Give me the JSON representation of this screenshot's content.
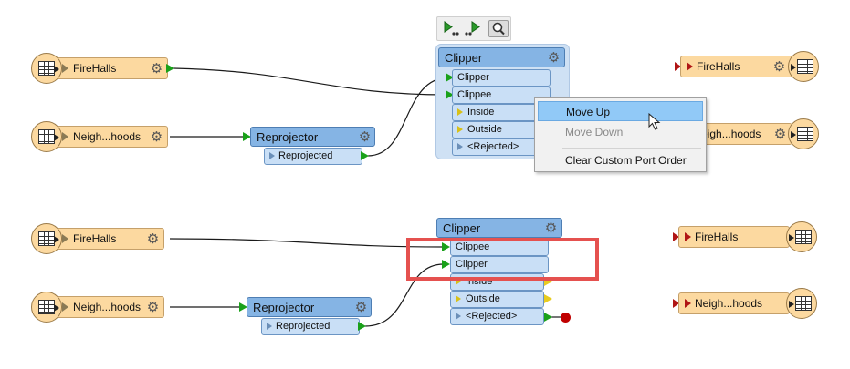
{
  "toolbar": {
    "run_to_icon": "run-to-this-icon",
    "run_from_icon": "run-from-this-icon",
    "inspect_icon": "magnifier-icon"
  },
  "top_panel": {
    "readers": [
      {
        "label": "FireHalls"
      },
      {
        "label": "Neigh...hoods"
      }
    ],
    "reprojector": {
      "title": "Reprojector",
      "output": "Reprojected"
    },
    "clipper": {
      "title": "Clipper",
      "inputs": [
        "Clipper",
        "Clippee"
      ],
      "outputs": [
        "Inside",
        "Outside",
        "<Rejected>"
      ]
    },
    "writers": [
      {
        "label": "FireHalls"
      },
      {
        "label": "eigh...hoods"
      }
    ],
    "context_menu": {
      "items": [
        {
          "label": "Move Up",
          "state": "highlighted"
        },
        {
          "label": "Move Down",
          "state": "disabled"
        },
        {
          "label": "Clear Custom Port Order",
          "state": "enabled"
        }
      ]
    }
  },
  "bottom_panel": {
    "readers": [
      {
        "label": "FireHalls"
      },
      {
        "label": "Neigh...hoods"
      }
    ],
    "reprojector": {
      "title": "Reprojector",
      "output": "Reprojected"
    },
    "clipper": {
      "title": "Clipper",
      "inputs": [
        "Clippee",
        "Clipper"
      ],
      "outputs": [
        "Inside",
        "Outside",
        "<Rejected>"
      ]
    },
    "writers": [
      {
        "label": "FireHalls"
      },
      {
        "label": "Neigh...hoods"
      }
    ]
  },
  "colors": {
    "feature_type_fill": "#fcd9a0",
    "transformer_header": "#85b4e4",
    "port_fill": "#c9dff6",
    "connected_port": "#1aa11a",
    "unconnected_output": "#e8cc20",
    "highlight_box": "#e5514f",
    "menu_highlight": "#91c9f7"
  }
}
